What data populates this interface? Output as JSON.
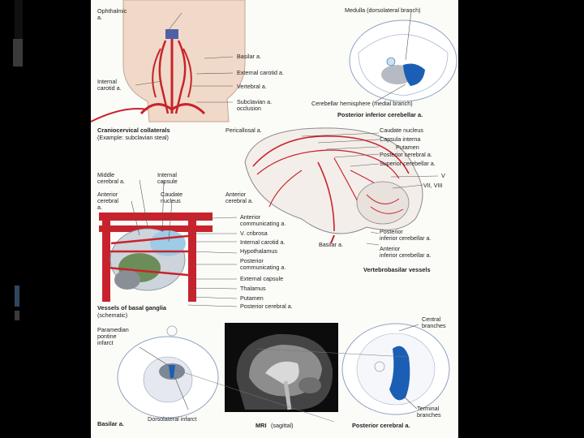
{
  "slide": {
    "figure": {
      "panel_craniocervical": {
        "labels": {
          "ophthalmic": "Ophthalmic\na.",
          "internal_carotid": "Internal\ncarotid a.",
          "basilar": "Basilar a.",
          "external_carotid": "External carotid a.",
          "vertebral": "Vertebral a.",
          "subclavian": "Subclavian a.\nocclusion"
        },
        "title": "Craniocervical collaterals",
        "subtitle": "(Example: subclavian steal)"
      },
      "panel_pica": {
        "labels": {
          "medulla": "Medulla (dorsolateral branch)",
          "cerebellar": "Cerebellar hemisphere (medial branch)"
        },
        "title": "Posterior inferior cerebellar a."
      },
      "panel_basal_ganglia": {
        "labels": {
          "middle_cerebral": "Middle\ncerebral a.",
          "internal_capsule": "Internal\ncapsule",
          "anterior_cerebral": "Anterior\ncerebral\na.",
          "caudate": "Caudate\nnucleus"
        },
        "title": "Vessels of basal ganglia",
        "subtitle": "(schematic)"
      },
      "panel_vertebrobasilar": {
        "labels": {
          "pericallosal": "Pericallosal a.",
          "anterior_cerebral": "Anterior\ncerebral a.",
          "caudate": "Caudate nucleus",
          "capsula_interna": "Capsula interna",
          "putamen": "Putamen",
          "posterior_cerebral": "Posterior cerebral a.",
          "superior_cerebellar": "Superior cerebellar a.",
          "v": "V",
          "vii_viii": "VII, VIII",
          "basilar": "Basilar a.",
          "pica": "Posterior\ninferior cerebellar a.",
          "aica": "Anterior\ninferior cerebellar a."
        },
        "title": "Vertebrobasilar vessels"
      },
      "center_labels": [
        "Anterior\ncommunicating a.",
        "V. cribrosa",
        "Internal carotid a.",
        "Hypothalamus",
        "Posterior\ncommunicating a.",
        "External capsule",
        "Thalamus",
        "Putamen",
        "Posterior cerebral a."
      ],
      "panel_bottom": {
        "paramedian": "Paramedian\npontine\ninfarct",
        "basilar_caption": "Basilar a.",
        "dorsolateral_caption": "Dorsolateral infarct",
        "mri_caption": "MRI",
        "mri_sub": "(sagittal)",
        "central_branches": "Central\nbranches",
        "terminal_branches": "Terminal\nbranches",
        "pca_caption": "Posterior cerebral a."
      }
    },
    "colors": {
      "artery": "#c8232c",
      "infarct_blue": "#1a5fb4",
      "skin": "#f0d9c8"
    }
  }
}
